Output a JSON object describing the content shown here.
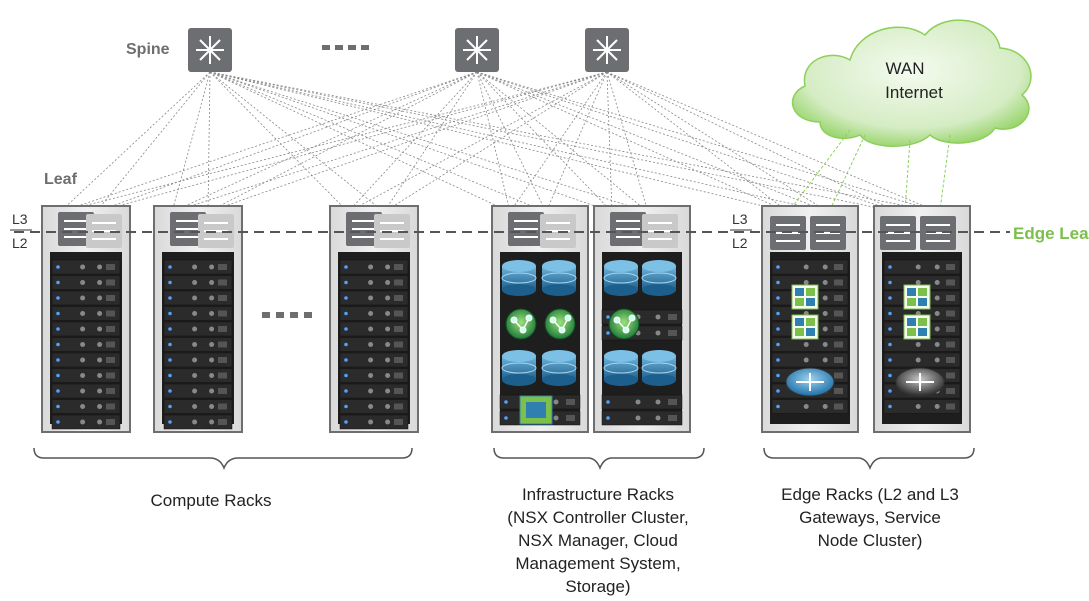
{
  "labels": {
    "spine": "Spine",
    "leaf": "Leaf",
    "edge_leaf": "Edge Leaf",
    "wan_line1": "WAN",
    "wan_line2": "Internet",
    "l3": "L3",
    "l2": "L2",
    "compute_racks": "Compute Racks",
    "infra_racks": [
      "Infrastructure Racks",
      "(NSX Controller Cluster,",
      "NSX Manager, Cloud",
      "Management System,",
      "Storage)"
    ],
    "edge_racks": [
      "Edge Racks (L2 and L3",
      "Gateways, Service",
      "Node Cluster)"
    ]
  },
  "colors": {
    "edge_leaf": "#7cc04b",
    "spine_label": "#6d6e71",
    "switch": "#6d6e71",
    "storage": "#2f7fb0",
    "cloud": "#8cd05a"
  },
  "icons": [
    "spine-switch-icon",
    "leaf-switch-icon",
    "server-icon",
    "storage-disk-icon",
    "controller-icon",
    "manager-icon",
    "edge-gateway-icon",
    "router-icon",
    "wan-cloud-icon"
  ]
}
